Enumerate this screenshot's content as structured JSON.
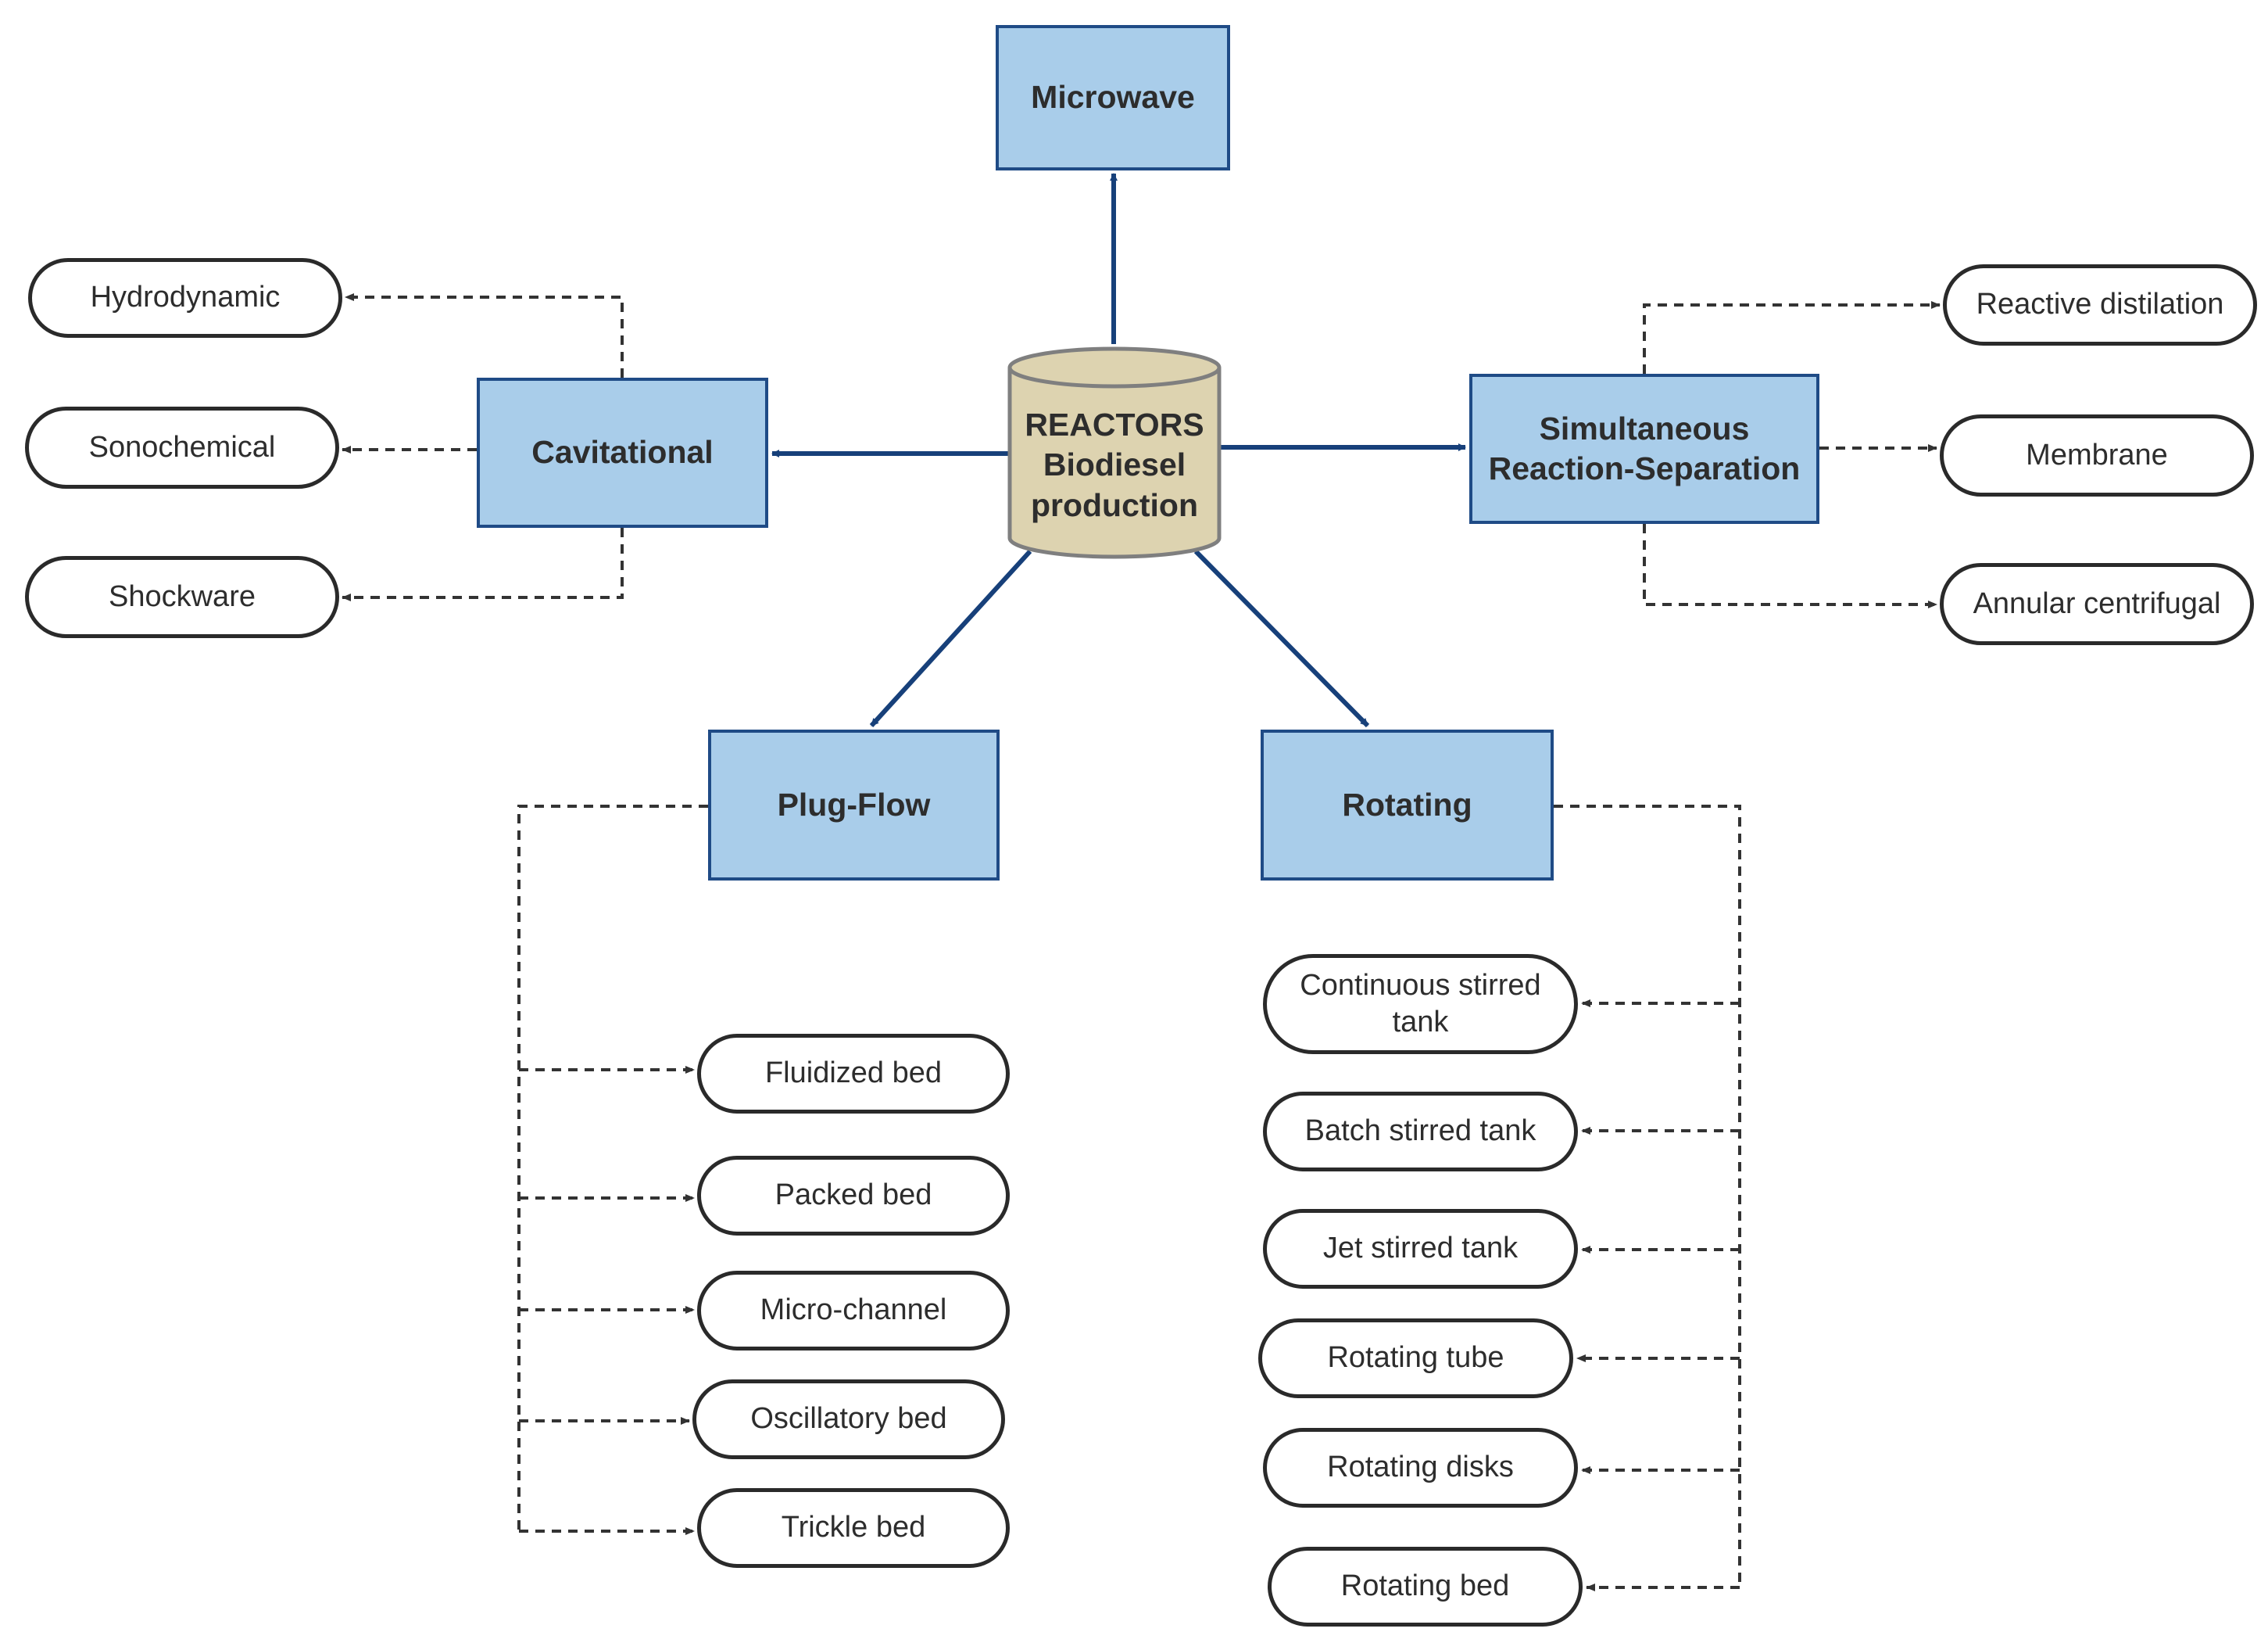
{
  "center": {
    "line1": "REACTORS",
    "line2": "Biodiesel",
    "line3": "production"
  },
  "categories": {
    "microwave": "Microwave",
    "cavitational": "Cavitational",
    "simultaneous_line1": "Simultaneous",
    "simultaneous_line2": "Reaction-Separation",
    "plug_flow": "Plug-Flow",
    "rotating": "Rotating"
  },
  "cavitational_types": [
    "Hydrodynamic",
    "Sonochemical",
    "Shockware"
  ],
  "separation_types": [
    "Reactive distilation",
    "Membrane",
    "Annular centrifugal"
  ],
  "plug_flow_types": [
    "Fluidized bed",
    "Packed bed",
    "Micro-channel",
    "Oscillatory bed",
    "Trickle bed"
  ],
  "rotating_types": [
    "Continuous stirred tank",
    "Batch stirred tank",
    "Jet stirred tank",
    "Rotating tube",
    "Rotating disks",
    "Rotating bed"
  ],
  "colors": {
    "box_fill": "#a9cdea",
    "box_border": "#1f4b86",
    "arrow": "#17407a",
    "cylinder_fill": "#ddd3b0",
    "cylinder_border": "#7f7f7f",
    "dashed": "#333333"
  }
}
